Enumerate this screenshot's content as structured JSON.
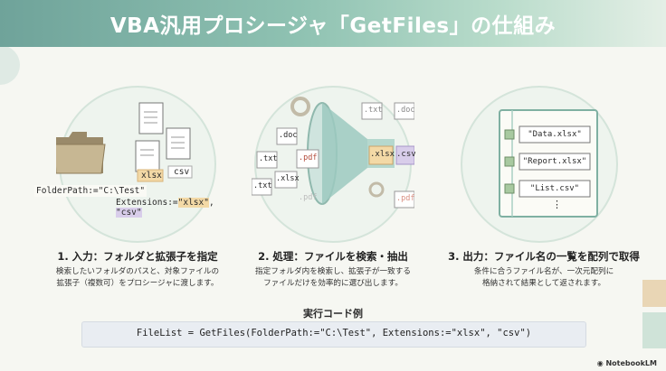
{
  "title": "VBA汎用プロシージャ「GetFiles」の仕組み",
  "panel1": {
    "folder_label": "FolderPath:=\"C:\\Test\"",
    "extensions_prefix": "Extensions:=",
    "ext_xlsx": "\"xlsx\"",
    "ext_sep": ", ",
    "ext_csv": "\"csv\"",
    "file_tag_xlsx": "xlsx",
    "file_tag_csv": "csv",
    "heading": "1. 入力：フォルダと拡張子を指定",
    "desc_line1": "検索したいフォルダのパスと、対象ファイルの",
    "desc_line2": "拡張子（複数可）をプロシージャに渡します。"
  },
  "panel2": {
    "tags": [
      ".txt",
      ".doc",
      ".pdf",
      ".doc",
      ".txt",
      ".pdf",
      ".xlsx",
      ".txt",
      ".xlsx",
      ".csv",
      ".pdf"
    ],
    "heading": "2. 処理：ファイルを検索・抽出",
    "desc_line1": "指定フォルダ内を検索し、拡張子が一致する",
    "desc_line2": "ファイルだけを効率的に選び出します。"
  },
  "panel3": {
    "items": [
      "\"Data.xlsx\"",
      "\"Report.xlsx\"",
      "\"List.csv\""
    ],
    "ellipsis": "⋮",
    "heading": "3. 出力：ファイル名の一覧を配列で取得",
    "desc_line1": "条件に合うファイル名が、一次元配列に",
    "desc_line2": "格納されて結果として返されます。"
  },
  "code": {
    "title": "実行コード例",
    "line": "FileList = GetFiles(FolderPath:=\"C:\\Test\", Extensions:=\"xlsx\", \"csv\")"
  },
  "brand": "NotebookLM",
  "colors": {
    "banner": "#8fc2b2",
    "accent_teal": "#6fa39a",
    "xlsx_tag": "#f3d9a6",
    "csv_tag": "#d8cdea",
    "funnel": "#9cc9bf"
  }
}
